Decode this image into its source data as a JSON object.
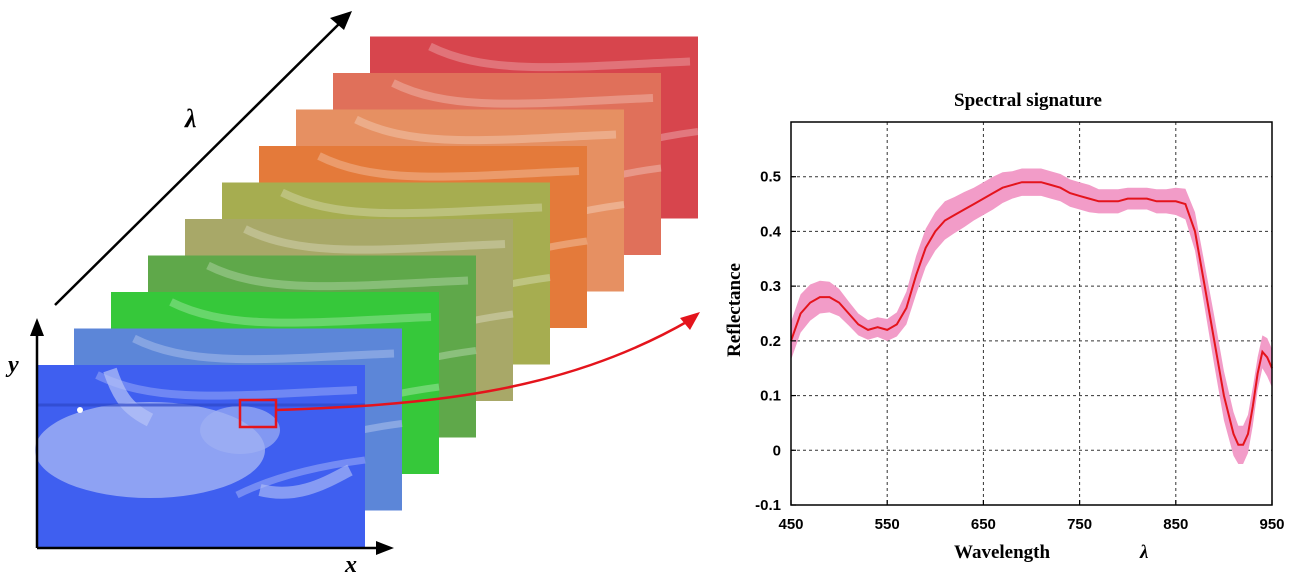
{
  "cube": {
    "lambda_label": "λ",
    "y_label": "y",
    "x_label": "x",
    "band_colors": [
      "#3f5ff0",
      "#5c86d8",
      "#36c83a",
      "#5fa84a",
      "#a8a868",
      "#a6ad50",
      "#e47a3a",
      "#e69062",
      "#e0705a",
      "#d7454d"
    ]
  },
  "chart_data": {
    "type": "line",
    "title": "Spectral signature",
    "xlabel": "Wavelength",
    "xlabel_symbol": "λ",
    "ylabel": "Reflectance",
    "xlim": [
      450,
      950
    ],
    "ylim": [
      -0.1,
      0.6
    ],
    "xticks": [
      450,
      550,
      650,
      750,
      850,
      950
    ],
    "yticks": [
      -0.1,
      0,
      0.1,
      0.2,
      0.3,
      0.4,
      0.5
    ],
    "ytick_labels": [
      "-0.1",
      "0",
      "0.1",
      "0.2",
      "0.3",
      "0.4",
      "0.5"
    ],
    "grid": true,
    "series": [
      {
        "line_color": "#e4141c",
        "band_color": "#f29cc8",
        "x": [
          450,
          460,
          470,
          480,
          490,
          500,
          510,
          520,
          530,
          540,
          550,
          560,
          570,
          580,
          590,
          600,
          610,
          620,
          630,
          640,
          650,
          660,
          670,
          680,
          690,
          700,
          710,
          720,
          730,
          740,
          750,
          760,
          770,
          780,
          790,
          800,
          810,
          820,
          830,
          840,
          850,
          860,
          870,
          880,
          890,
          900,
          910,
          915,
          920,
          925,
          930,
          935,
          940,
          945,
          950
        ],
        "y": [
          0.2,
          0.25,
          0.27,
          0.28,
          0.28,
          0.27,
          0.25,
          0.23,
          0.22,
          0.225,
          0.22,
          0.23,
          0.26,
          0.32,
          0.37,
          0.4,
          0.42,
          0.43,
          0.44,
          0.45,
          0.46,
          0.47,
          0.48,
          0.485,
          0.49,
          0.49,
          0.49,
          0.485,
          0.48,
          0.47,
          0.465,
          0.46,
          0.455,
          0.455,
          0.455,
          0.46,
          0.46,
          0.46,
          0.455,
          0.455,
          0.455,
          0.45,
          0.4,
          0.3,
          0.2,
          0.1,
          0.03,
          0.01,
          0.01,
          0.03,
          0.08,
          0.14,
          0.18,
          0.17,
          0.15
        ],
        "band_halfwidth": [
          0.035,
          0.035,
          0.033,
          0.03,
          0.028,
          0.025,
          0.022,
          0.02,
          0.018,
          0.018,
          0.02,
          0.022,
          0.03,
          0.035,
          0.035,
          0.035,
          0.035,
          0.033,
          0.032,
          0.03,
          0.03,
          0.03,
          0.028,
          0.025,
          0.025,
          0.025,
          0.025,
          0.025,
          0.025,
          0.025,
          0.025,
          0.025,
          0.022,
          0.022,
          0.022,
          0.02,
          0.02,
          0.02,
          0.022,
          0.022,
          0.025,
          0.028,
          0.035,
          0.04,
          0.045,
          0.045,
          0.04,
          0.035,
          0.035,
          0.035,
          0.035,
          0.03,
          0.03,
          0.035,
          0.035
        ]
      }
    ]
  },
  "arrow": {
    "color": "#e4141c",
    "box_color": "#e4141c"
  }
}
